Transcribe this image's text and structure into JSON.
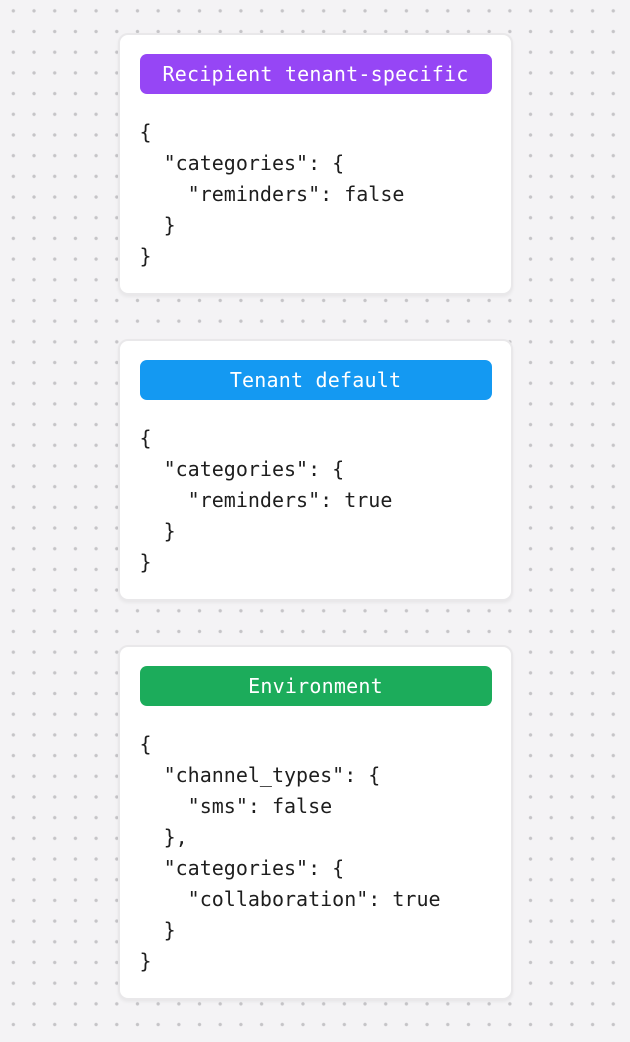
{
  "page": {
    "background_color": "#f4f3f5",
    "dot_color": "#c5c4c7",
    "card_background": "#ffffff",
    "card_border_color": "#e9e8ea",
    "code_text_color": "#1e1e1e"
  },
  "cards": [
    {
      "badge": {
        "label": "Recipient tenant-specific",
        "color": "#9646f5"
      },
      "code": "{\n  \"categories\": {\n    \"reminders\": false\n  }\n}"
    },
    {
      "badge": {
        "label": "Tenant default",
        "color": "#1499f2"
      },
      "code": "{\n  \"categories\": {\n    \"reminders\": true\n  }\n}"
    },
    {
      "badge": {
        "label": "Environment",
        "color": "#1cac5b"
      },
      "code": "{\n  \"channel_types\": {\n    \"sms\": false\n  },\n  \"categories\": {\n    \"collaboration\": true\n  }\n}"
    }
  ]
}
